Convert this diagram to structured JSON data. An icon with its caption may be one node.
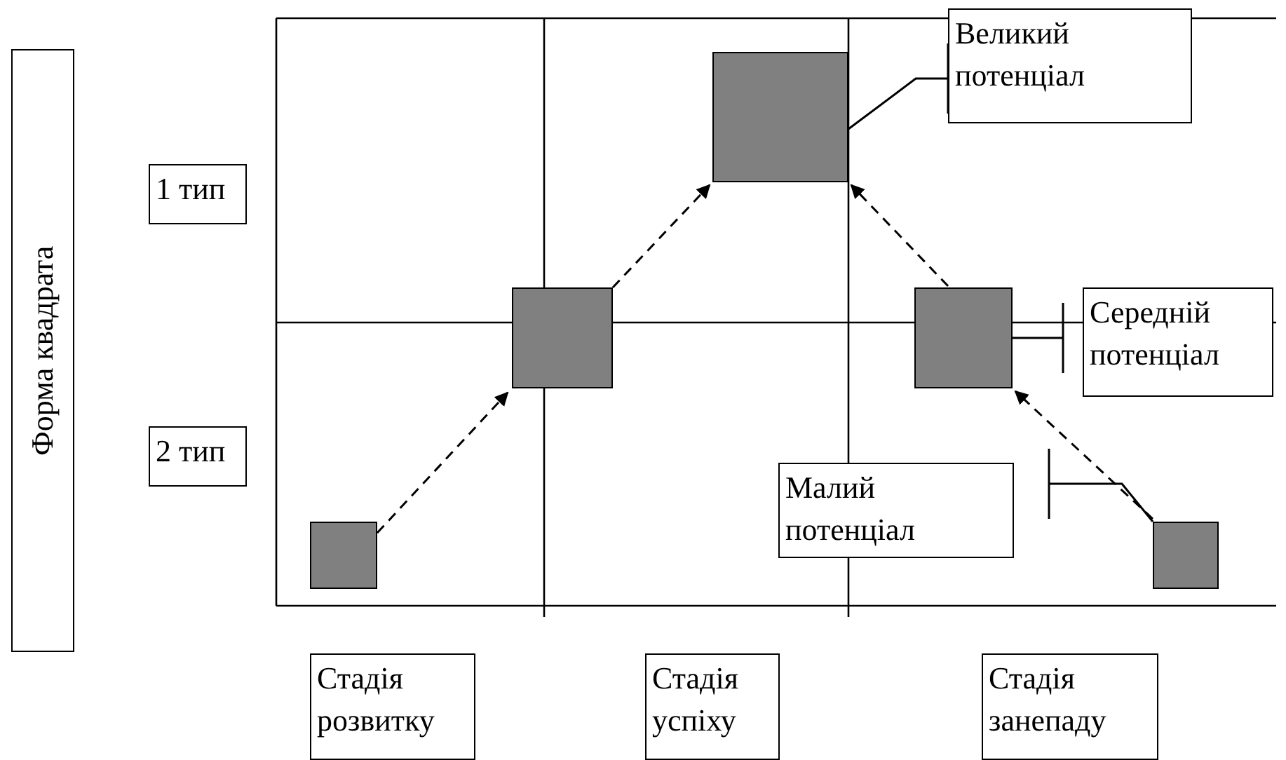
{
  "diagram": {
    "nodes": [
      {
        "text": [
          "Форма квадрата"
        ]
      },
      {
        "text": [
          "1 тип"
        ]
      },
      {
        "text": [
          "2 тип"
        ]
      },
      {
        "text": [],
        "shape": "box"
      },
      {
        "text": [
          "Великий потенціал"
        ]
      },
      {
        "text": [],
        "shape": "box"
      },
      {
        "text": [],
        "shape": "box"
      },
      {
        "text": [
          "Середній потенціал"
        ]
      },
      {
        "text": [
          "Малий потенціал"
        ]
      },
      {
        "text": [],
        "shape": "box"
      },
      {
        "text": [],
        "shape": "box"
      },
      {
        "text": [
          "Стадія розвитку"
        ]
      },
      {
        "text": [
          "Стадія успіху"
        ]
      },
      {
        "text": [
          "Стадія занепаду"
        ]
      }
    ],
    "edges": [
      {
        "from": 9,
        "to": 5,
        "arrow": "to",
        "style": "dashed"
      },
      {
        "from": 5,
        "to": 3,
        "arrow": "to",
        "style": "dashed"
      },
      {
        "from": 6,
        "to": 3,
        "arrow": "to",
        "style": "dashed"
      },
      {
        "from": 10,
        "to": 6,
        "arrow": "to",
        "style": "dashed"
      },
      {
        "from": 4,
        "to": 3,
        "arrow": "other"
      },
      {
        "from": 7,
        "to": 6,
        "arrow": "other"
      },
      {
        "from": 8,
        "to": 10,
        "arrow": "other"
      }
    ]
  }
}
